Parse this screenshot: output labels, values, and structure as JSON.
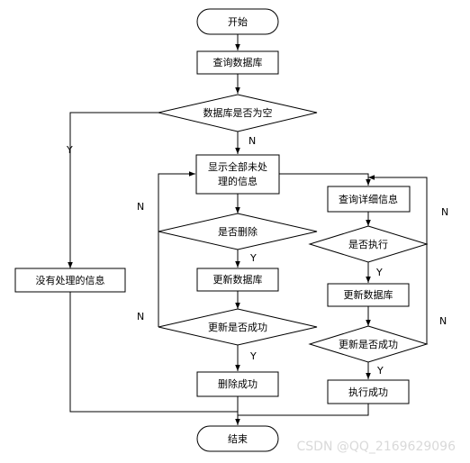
{
  "nodes": {
    "start": "开始",
    "query_db": "查询数据库",
    "db_empty": "数据库是否为空",
    "no_info": "没有处理的信息",
    "show_all_1": "显示全部未处",
    "show_all_2": "理的信息",
    "is_delete": "是否删除",
    "update_db_left": "更新数据库",
    "update_ok_left": "更新是否成功",
    "delete_ok": "删除成功",
    "query_detail": "查询详细信息",
    "is_execute": "是否执行",
    "update_db_right": "更新数据库",
    "update_ok_right": "更新是否成功",
    "execute_ok": "执行成功",
    "end": "结束"
  },
  "edge_labels": {
    "y": "Y",
    "n": "N"
  },
  "watermark": "CSDN @QQ_2169629096"
}
